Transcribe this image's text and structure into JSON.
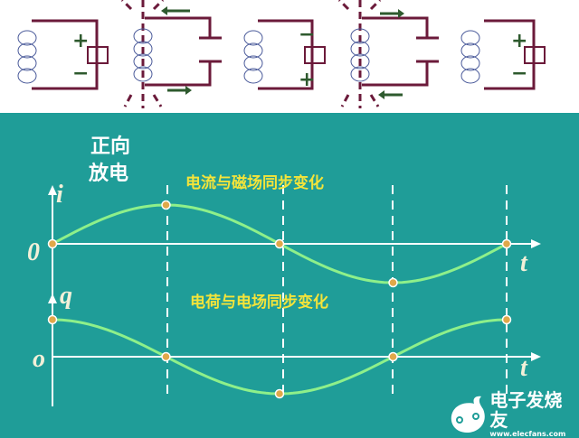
{
  "top": {
    "plus": "+",
    "minus": "−"
  },
  "labels": {
    "forward_discharge_1": "正向",
    "forward_discharge_2": "放电",
    "current_caption": "电流与磁场同步变化",
    "charge_caption": "电荷与电场同步变化"
  },
  "axes": {
    "i_label": "i",
    "q_label": "q",
    "origin_i": "0",
    "origin_q": "o",
    "t_label_1": "t",
    "t_label_2": "t"
  },
  "logo": {
    "name": "电子发烧友",
    "url": "www.elecfans.com"
  },
  "colors": {
    "bg": "#1f9d98",
    "curve": "#8ef08a",
    "marker": "#e0a84a",
    "caption": "#f4e43a",
    "wire": "#6b1a3a"
  }
}
